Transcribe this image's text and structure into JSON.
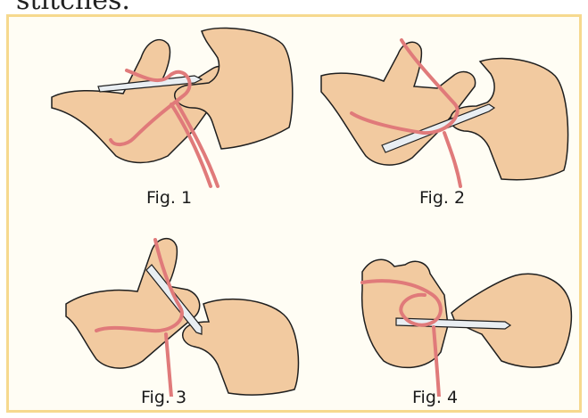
{
  "header": {
    "text": "stitches."
  },
  "figures": [
    {
      "caption": "Fig. 1",
      "illustration": "hand-with-yarn-and-needle"
    },
    {
      "caption": "Fig. 2",
      "illustration": "hand-with-yarn-and-needle"
    },
    {
      "caption": "Fig. 3",
      "illustration": "hand-with-yarn-and-needle"
    },
    {
      "caption": "Fig. 4",
      "illustration": "hand-with-yarn-and-needle"
    }
  ],
  "colors": {
    "panel_border": "#f6d98e",
    "panel_bg": "#fffdf4",
    "skin": "#f2caa0",
    "yarn": "#e07a7a",
    "needle": "#e9eef2",
    "outline": "#1f1f1f"
  }
}
